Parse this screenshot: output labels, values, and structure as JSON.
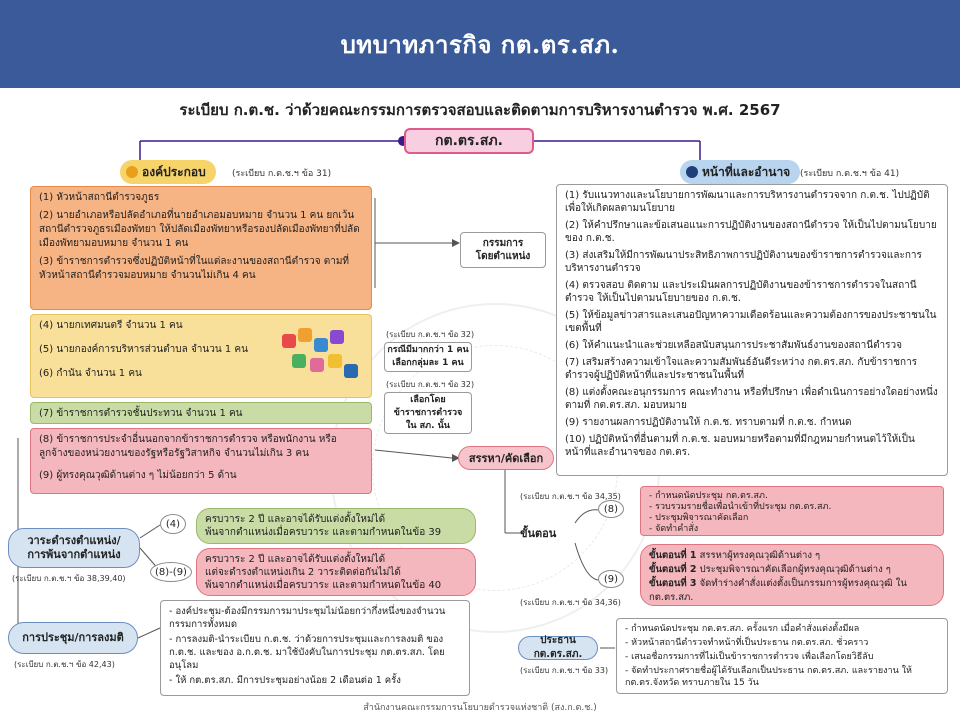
{
  "header": {
    "title": "บทบาทภารกิจ กต.ตร.สภ."
  },
  "doc": {
    "title": "ระเบียบ ก.ต.ช. ว่าด้วยคณะกรรมการตรวจสอบและติดตามการบริหารงานตำรวจ พ.ศ. 2567",
    "center": "กต.ตร.สภ.",
    "left_tag": "องค์ประกอบ",
    "left_ref": "(ระเบียบ ก.ต.ช.ฯ ข้อ 31)",
    "right_tag": "หน้าที่และอำนาจ",
    "right_ref": "(ระเบียบ ก.ต.ช.ฯ ข้อ 41)",
    "members_orange": [
      "(1) หัวหน้าสถานีตำรวจภูธร",
      "(2) นายอำเภอหรือปลัดอำเภอที่นายอำเภอมอบหมาย จำนวน 1 คน ยกเว้นสถานีตำรวจภูธรเมืองพัทยา ให้ปลัดเมืองพัทยาหรือรองปลัดเมืองพัทยาที่ปลัดเมืองพัทยามอบหมาย จำนวน 1 คน",
      "(3) ข้าราชการตำรวจซึ่งปฏิบัติหน้าที่ในแต่ละงานของสถานีตำรวจ ตามที่หัวหน้าสถานีตำรวจมอบหมาย จำนวนไม่เกิน 4 คน"
    ],
    "members_yellow": [
      "(4) นายกเทศมนตรี จำนวน 1 คน",
      "(5) นายกองค์การบริหารส่วนตำบล จำนวน 1 คน",
      "(6) กำนัน จำนวน 1 คน"
    ],
    "members_green": "(7) ข้าราชการตำรวจชั้นประทวน จำนวน 1 คน",
    "members_pink": [
      "(8) ข้าราชการประจำอื่นนอกจากข้าราชการตำรวจ หรือพนักงาน หรือลูกจ้างของหน่วยงานของรัฐหรือรัฐวิสาหกิจ จำนวนไม่เกิน 3 คน",
      "(9) ผู้ทรงคุณวุฒิด้านต่าง ๆ ไม่น้อยกว่า 5 ด้าน"
    ],
    "by_position": "กรรมการ\nโดยตำแหน่ง",
    "ref32a": "(ระเบียบ ก.ต.ช.ฯ ข้อ 32)",
    "case_note": "กรณีมีมากกว่า 1 คน\nเลือกกลุ่มละ 1 คน",
    "ref32b": "(ระเบียบ ก.ต.ช.ฯ ข้อ 32)",
    "select_police": "เลือกโดย\nข้าราชการตำรวจ\nใน สภ. นั้น",
    "recruit": "สรรหา/คัดเลือก",
    "duties": [
      "(1) รับแนวทางและนโยบายการพัฒนาและการบริหารงานตำรวจจาก ก.ต.ช. ไปปฏิบัติเพื่อให้เกิดผลตามนโยบาย",
      "(2) ให้คำปรึกษาและข้อเสนอแนะการปฏิบัติงานของสถานีตำรวจ ให้เป็นไปตามนโยบายของ ก.ต.ช.",
      "(3) ส่งเสริมให้มีการพัฒนาประสิทธิภาพการปฏิบัติงานของข้าราชการตำรวจและการบริหารงานตำรวจ",
      "(4) ตรวจสอบ ติดตาม และประเมินผลการปฏิบัติงานของข้าราชการตำรวจในสถานีตำรวจ ให้เป็นไปตามนโยบายของ ก.ต.ช.",
      "(5) ให้ข้อมูลข่าวสารและเสนอปัญหาความเดือดร้อนและความต้องการของประชาชนในเขตพื้นที่",
      "(6) ให้คำแนะนำและช่วยเหลือสนับสนุนการประชาสัมพันธ์งานของสถานีตำรวจ",
      "(7) เสริมสร้างความเข้าใจและความสัมพันธ์อันดีระหว่าง กต.ตร.สภ. กับข้าราชการตำรวจผู้ปฏิบัติหน้าที่และประชาชนในพื้นที่",
      "(8) แต่งตั้งคณะอนุกรรมการ คณะทำงาน หรือที่ปรึกษา เพื่อดำเนินการอย่างใดอย่างหนึ่งตามที่ กต.ตร.สภ. มอบหมาย",
      "(9) รายงานผลการปฏิบัติงานให้ ก.ต.ช. ทราบตามที่ ก.ต.ช. กำหนด",
      "(10) ปฏิบัติหน้าที่อื่นตามที่ ก.ต.ช. มอบหมายหรือตามที่มีกฎหมายกำหนดไว้ให้เป็นหน้าที่และอำนาจของ กต.ตร."
    ],
    "ref3435": "(ระเบียบ ก.ต.ช.ฯ ข้อ 34,35)",
    "oval8": "(8)",
    "steps8": [
      "- กำหนดนัดประชุม กต.ตร.สภ.",
      "- รวบรวมรายชื่อเพื่อนำเข้าที่ประชุม กต.ตร.สภ.",
      "- ประชุมพิจารณาคัดเลือก",
      "- จัดทำคำสั่ง"
    ],
    "steps_label": "ขั้นตอน",
    "oval9": "(9)",
    "ref3436": "(ระเบียบ ก.ต.ช.ฯ ข้อ 34,36)",
    "steps9": [
      {
        "k": "ขั้นตอนที่ 1",
        "v": " สรรหาผู้ทรงคุณวุฒิด้านต่าง ๆ"
      },
      {
        "k": "ขั้นตอนที่ 2",
        "v": " ประชุมพิจารณาคัดเลือกผู้ทรงคุณวุฒิด้านต่าง ๆ"
      },
      {
        "k": "ขั้นตอนที่ 3",
        "v": " จัดทำร่างคำสั่งแต่งตั้งเป็นกรรมการผู้ทรงคุณวุฒิ ใน กต.ตร.สภ."
      }
    ],
    "term_label": "วาระดำรงตำแหน่ง/\nการพ้นจากตำแหน่ง",
    "term_ref": "(ระเบียบ ก.ต.ช.ฯ ข้อ 38,39,40)",
    "term_oval4": "(4)",
    "term_box4": "ครบวาระ 2 ปี และอาจได้รับแต่งตั้งใหม่ได้\nพ้นจากตำแหน่งเมื่อครบวาระ และตามกำหนดในข้อ 39",
    "term_oval89": "(8)-(9)",
    "term_box89": "ครบวาระ 2 ปี และอาจได้รับแต่งตั้งใหม่ได้\nแต่จะดำรงตำแหน่งเกิน 2 วาระติดต่อกันไม่ได้\nพ้นจากตำแหน่งเมื่อครบวาระ และตามกำหนดในข้อ 40",
    "meeting_label": "การประชุม/การลงมติ",
    "meeting_ref": "(ระเบียบ ก.ต.ช.ฯ ข้อ 42,43)",
    "meeting_items": [
      "- องค์ประชุม-ต้องมีกรรมการมาประชุมไม่น้อยกว่ากึ่งหนึ่งของจำนวนกรรมการทั้งหมด",
      "- การลงมติ-นำระเบียบ ก.ต.ช. ว่าด้วยการประชุมและการลงมติ ของ ก.ต.ช. และของ อ.ก.ต.ช. มาใช้บังคับในการประชุม กต.ตร.สภ. โดยอนุโลม",
      "- ให้ กต.ตร.สภ. มีการประชุมอย่างน้อย 2 เดือนต่อ 1 ครั้ง"
    ],
    "chair_label": "ประธาน กต.ตร.สภ.",
    "chair_ref": "(ระเบียบ ก.ต.ช.ฯ ข้อ 33)",
    "chair_items": [
      "- กำหนดนัดประชุม กต.ตร.สภ. ครั้งแรก เมื่อคำสั่งแต่งตั้งมีผล",
      "- หัวหน้าสถานีตำรวจทำหน้าที่เป็นประธาน กต.ตร.สภ. ชั่วคราว",
      "- เสนอชื่อกรรมการที่ไม่เป็นข้าราชการตำรวจ เพื่อเลือกโดยวิธีลับ",
      "- จัดทำประกาศรายชื่อผู้ได้รับเลือกเป็นประธาน กต.ตร.สภ. และรายงาน ให้ กต.ตร.จังหวัด ทราบภายใน 15 วัน"
    ],
    "footer": "สำนักงานคณะกรรมการนโยบายตำรวจแห่งชาติ (สง.ก.ต.ช.)"
  },
  "colors": {
    "header_bg": "#3a5a9a",
    "orange": "#f6b383",
    "yellow": "#f8df9a",
    "green": "#c9dca6",
    "pink": "#f5b7be",
    "blue_pill": "#d6e4f2"
  }
}
